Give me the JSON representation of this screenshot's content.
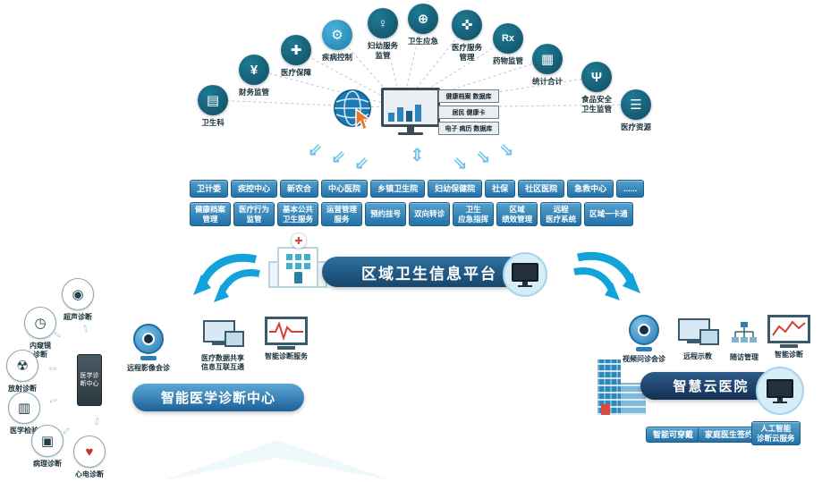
{
  "glyphs": {
    "down_left": "⇙",
    "up_down": "⇕",
    "down_right": "⇘",
    "swap": "⇔",
    "cross": "✚"
  },
  "arc_icons": [
    {
      "label": "卫生科",
      "icon": "ledger-icon",
      "glyph": "▤"
    },
    {
      "label": "财务监管",
      "icon": "finance-antenna-icon",
      "glyph": "¥"
    },
    {
      "label": "医疗保障",
      "icon": "medkit-icon",
      "glyph": "✚"
    },
    {
      "label": "疾病控制",
      "icon": "disease-control-icon",
      "glyph": "⚙"
    },
    {
      "label": "妇幼服务\n监管",
      "icon": "maternal-child-icon",
      "glyph": "♀"
    },
    {
      "label": "卫生应急",
      "icon": "emergency-globe-icon",
      "glyph": "⊕"
    },
    {
      "label": "医疗服务\n管理",
      "icon": "ambulance-icon",
      "glyph": "✜"
    },
    {
      "label": "药物监管",
      "icon": "pill-icon",
      "glyph": "Rx"
    },
    {
      "label": "统计合计",
      "icon": "calculator-icon",
      "glyph": "▦"
    },
    {
      "label": "食品安全\n卫生监管",
      "icon": "goblet-icon",
      "glyph": "Ψ"
    },
    {
      "label": "医疗资源",
      "icon": "resource-stack-icon",
      "glyph": "☰"
    }
  ],
  "hub": {
    "databases": [
      "健康档案 数据库",
      "居民 健康卡",
      "电子 病历 数据库"
    ]
  },
  "org_buttons": [
    "卫计委",
    "疾控中心",
    "新农合",
    "中心医院",
    "乡镇卫生院",
    "妇幼保健院",
    "社保",
    "社区医院",
    "急救中心",
    "......"
  ],
  "service_buttons": [
    "健康档案\n管理",
    "医疗行为\n监管",
    "基本公共\n卫生服务",
    "运营管理\n服务",
    "预约挂号",
    "双向转诊",
    "卫生\n应急指挥",
    "区域\n绩效管理",
    "远程\n医疗系统",
    "区域一卡通"
  ],
  "platform_title": "区域卫生信息平台",
  "left_cluster": {
    "banner": "智能医学诊断中心",
    "center_label": "医学诊断中心",
    "nodes": [
      {
        "label": "超声诊断",
        "icon": "ultrasound-icon",
        "glyph": "◉"
      },
      {
        "label": "内窥镜\n诊断",
        "icon": "endoscopy-icon",
        "glyph": "◷"
      },
      {
        "label": "放射诊断",
        "icon": "radiology-icon",
        "glyph": "☢"
      },
      {
        "label": "医学检验",
        "icon": "lab-test-icon",
        "glyph": "▥"
      },
      {
        "label": "病理诊断",
        "icon": "pathology-icon",
        "glyph": "▣"
      },
      {
        "label": "心电诊断",
        "icon": "ecg-heart-icon",
        "glyph": "♥"
      }
    ],
    "services": [
      "远程影像会诊",
      "医疗数据共享\n信息互联互通",
      "智能诊断服务"
    ]
  },
  "right_cluster": {
    "banner": "智慧云医院",
    "services": [
      "视频问诊会诊",
      "远程示教",
      "随访管理",
      "智能诊断"
    ],
    "buttons": [
      "智能可穿戴",
      "家庭医生签约",
      "人工智能\n诊断云服务"
    ]
  },
  "colors": {
    "accent": "#12a3da",
    "chip_top": "#55a0ce",
    "chip_bottom": "#2272a8",
    "icon_teal": "#14607a",
    "icon_light": "#2f9dc4",
    "banner_dark": "#17456b"
  }
}
